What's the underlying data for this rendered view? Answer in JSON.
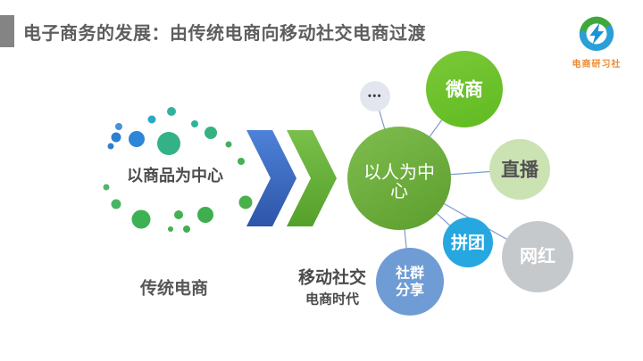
{
  "slide": {
    "title": "电子商务的发展：由传统电商向移动社交电商过渡"
  },
  "logo": {
    "label": "电商研习社",
    "text_color": "#ee8a2f",
    "swirl_green": "#3ea93a",
    "swirl_blue": "#2a9fd8",
    "bolt_color": "#1b93d4"
  },
  "left_cluster": {
    "label": "以商品为中心",
    "caption": "传统电商"
  },
  "center": {
    "lines": [
      "以人为中",
      "心"
    ],
    "caption_line1": "移动社交",
    "caption_line2": "电商时代",
    "color": "#6faf3e"
  },
  "satellites": {
    "more": {
      "label": "•••",
      "color": "#e3e6ee",
      "text_color": "#3c3c3c"
    },
    "weishang": {
      "label": "微商",
      "color": "#6ec42c",
      "text_color": "#ffffff"
    },
    "zhibo": {
      "label": "直播",
      "color": "#cbe2b2",
      "text_color": "#515151"
    },
    "pintuan": {
      "label": "拼团",
      "color": "#27a7e0",
      "text_color": "#ffffff"
    },
    "wanghong": {
      "label": "网红",
      "color": "#c6c9cc",
      "text_color": "#ffffff"
    },
    "shequn": {
      "lines": [
        "社群",
        "分享"
      ],
      "color": "#6f9cd4",
      "text_color": "#ffffff"
    }
  },
  "colors": {
    "accent_bar": "#848484",
    "title_text": "#5e5e5e",
    "chevron_blue": "#3a63b8",
    "chevron_green": "#61aa34",
    "connector_line": "#7b9bd0",
    "caption_text": "#4a4a4a"
  }
}
